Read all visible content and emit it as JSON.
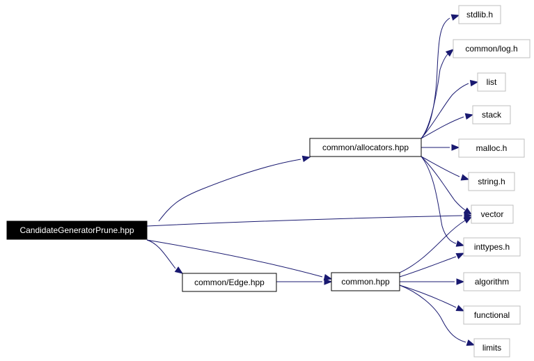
{
  "diagram": {
    "colors": {
      "edge": "#191970",
      "root_fill": "#000000",
      "root_text": "#ffffff",
      "node_border": "#000000",
      "external_border": "#bfbfbf",
      "background": "#ffffff"
    },
    "nodes": [
      {
        "id": "root",
        "label": "CandidateGeneratorPrune.hpp"
      },
      {
        "id": "allocators",
        "label": "common/allocators.hpp"
      },
      {
        "id": "edge_hpp",
        "label": "common/Edge.hpp"
      },
      {
        "id": "common",
        "label": "common.hpp"
      },
      {
        "id": "stdlib",
        "label": "stdlib.h"
      },
      {
        "id": "log",
        "label": "common/log.h"
      },
      {
        "id": "list",
        "label": "list"
      },
      {
        "id": "stack",
        "label": "stack"
      },
      {
        "id": "malloc",
        "label": "malloc.h"
      },
      {
        "id": "string",
        "label": "string.h"
      },
      {
        "id": "vector",
        "label": "vector"
      },
      {
        "id": "inttypes",
        "label": "inttypes.h"
      },
      {
        "id": "algorithm",
        "label": "algorithm"
      },
      {
        "id": "functional",
        "label": "functional"
      },
      {
        "id": "limits",
        "label": "limits"
      }
    ],
    "edges": [
      {
        "from": "root",
        "to": "allocators"
      },
      {
        "from": "root",
        "to": "vector"
      },
      {
        "from": "root",
        "to": "common"
      },
      {
        "from": "root",
        "to": "edge_hpp"
      },
      {
        "from": "edge_hpp",
        "to": "common"
      },
      {
        "from": "allocators",
        "to": "stdlib"
      },
      {
        "from": "allocators",
        "to": "log"
      },
      {
        "from": "allocators",
        "to": "list"
      },
      {
        "from": "allocators",
        "to": "stack"
      },
      {
        "from": "allocators",
        "to": "malloc"
      },
      {
        "from": "allocators",
        "to": "string"
      },
      {
        "from": "allocators",
        "to": "vector"
      },
      {
        "from": "allocators",
        "to": "inttypes"
      },
      {
        "from": "common",
        "to": "vector"
      },
      {
        "from": "common",
        "to": "inttypes"
      },
      {
        "from": "common",
        "to": "algorithm"
      },
      {
        "from": "common",
        "to": "functional"
      },
      {
        "from": "common",
        "to": "limits"
      }
    ]
  }
}
